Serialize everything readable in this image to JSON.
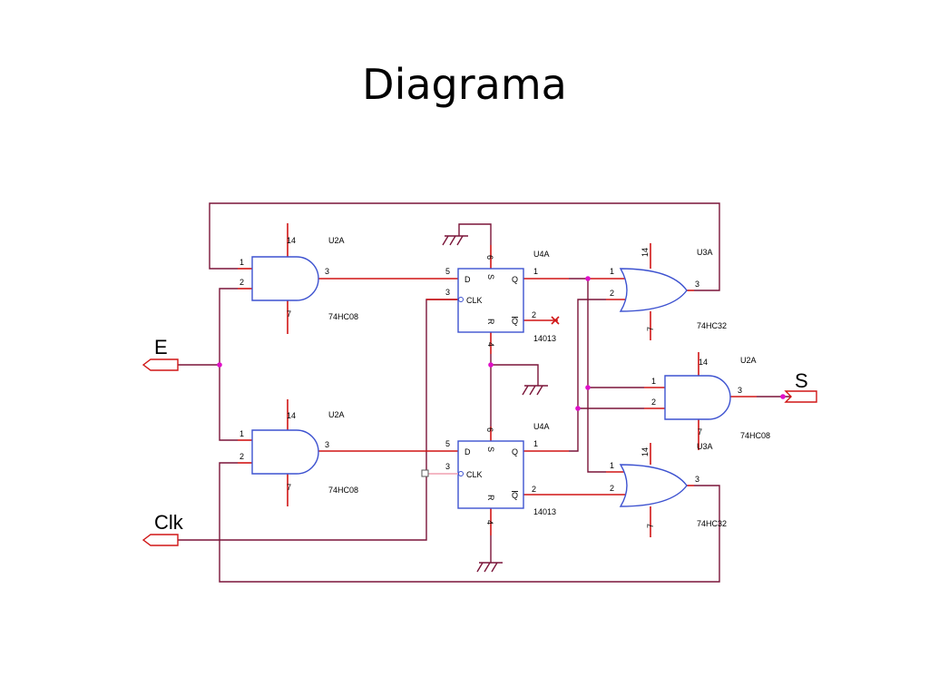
{
  "title": "Diagrama",
  "ports": {
    "e": "E",
    "clk": "Clk",
    "s": "S"
  },
  "and_top": {
    "ref": "U2A",
    "part": "74HC08",
    "vcc": "14",
    "gnd": "7",
    "in1": "1",
    "in2": "2",
    "out": "3"
  },
  "and_bottom": {
    "ref": "U2A",
    "part": "74HC08",
    "vcc": "14",
    "gnd": "7",
    "in1": "1",
    "in2": "2",
    "out": "3"
  },
  "and_right": {
    "ref": "U2A",
    "part": "74HC08",
    "vcc": "14",
    "gnd": "7",
    "in1": "1",
    "in2": "2",
    "out": "3"
  },
  "ff_top": {
    "ref": "U4A",
    "part": "14013",
    "d_pin": "5",
    "clk_pin": "3",
    "q_pin": "1",
    "qn_pin": "2",
    "s_pin": "6",
    "r_pin": "4",
    "d": "D",
    "clk": "CLK",
    "q": "Q",
    "qn": "Q",
    "s": "S",
    "r": "R"
  },
  "ff_bottom": {
    "ref": "U4A",
    "part": "14013",
    "d_pin": "5",
    "clk_pin": "3",
    "q_pin": "1",
    "qn_pin": "2",
    "s_pin": "6",
    "r_pin": "4",
    "d": "D",
    "clk": "CLK",
    "q": "Q",
    "qn": "Q",
    "s": "S",
    "r": "R"
  },
  "or_top": {
    "ref": "U3A",
    "part": "74HC32",
    "vcc": "14",
    "gnd": "7",
    "in1": "1",
    "in2": "2",
    "out": "3"
  },
  "or_bottom": {
    "ref": "U3A",
    "part": "74HC32",
    "vcc": "14",
    "gnd": "7",
    "in1": "1",
    "in2": "2",
    "out": "3"
  },
  "colors": {
    "wire": "#7a1438",
    "lead": "#d01515",
    "body": "#3d52d0",
    "junction": "#e010c8"
  }
}
